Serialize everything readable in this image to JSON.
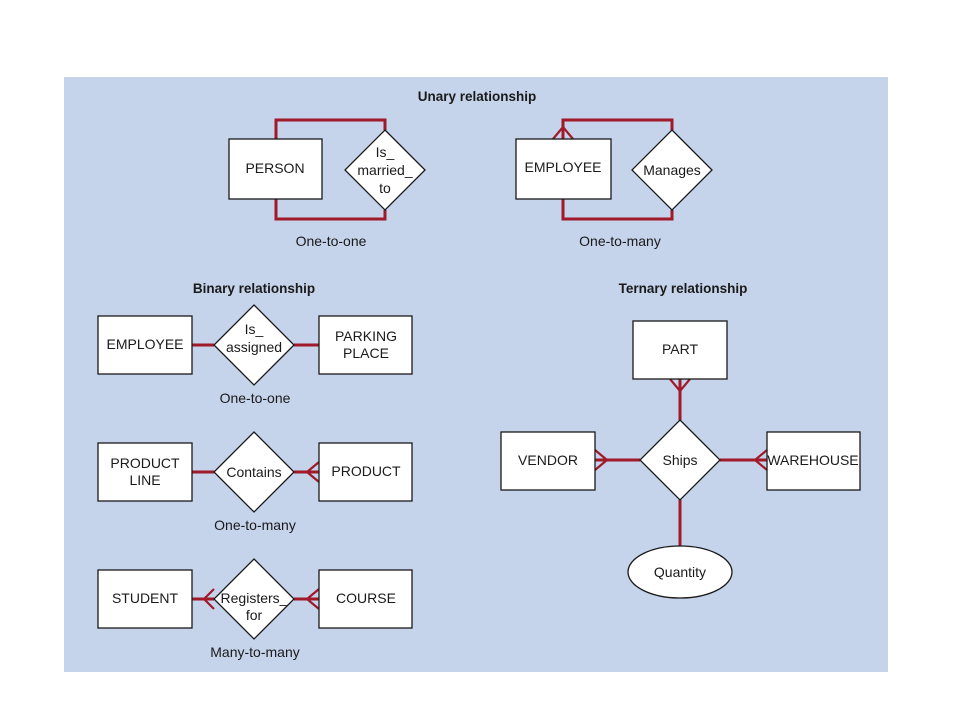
{
  "colors": {
    "panel_background": "#c5d3eb",
    "line": "#a01a2a",
    "box_fill": "#ffffff",
    "box_stroke": "#1a1a1a"
  },
  "headings": {
    "unary": "Unary relationship",
    "binary": "Binary relationship",
    "ternary": "Ternary relationship"
  },
  "unary": {
    "one_to_one": {
      "entity": "PERSON",
      "relationship": [
        "Is_",
        "married_",
        "to"
      ],
      "cardinality": "One-to-one"
    },
    "one_to_many": {
      "entity": "EMPLOYEE",
      "relationship": "Manages",
      "cardinality": "One-to-many"
    }
  },
  "binary": {
    "one_to_one": {
      "left_entity": "EMPLOYEE",
      "relationship": [
        "Is_",
        "assigned"
      ],
      "right_entity": [
        "PARKING",
        "PLACE"
      ],
      "cardinality": "One-to-one"
    },
    "one_to_many": {
      "left_entity": [
        "PRODUCT",
        "LINE"
      ],
      "relationship": "Contains",
      "right_entity": "PRODUCT",
      "cardinality": "One-to-many"
    },
    "many_to_many": {
      "left_entity": "STUDENT",
      "relationship": [
        "Registers_",
        "for"
      ],
      "right_entity": "COURSE",
      "cardinality": "Many-to-many"
    }
  },
  "ternary": {
    "top_entity": "PART",
    "left_entity": "VENDOR",
    "right_entity": "WAREHOUSE",
    "relationship": "Ships",
    "attribute": "Quantity"
  }
}
